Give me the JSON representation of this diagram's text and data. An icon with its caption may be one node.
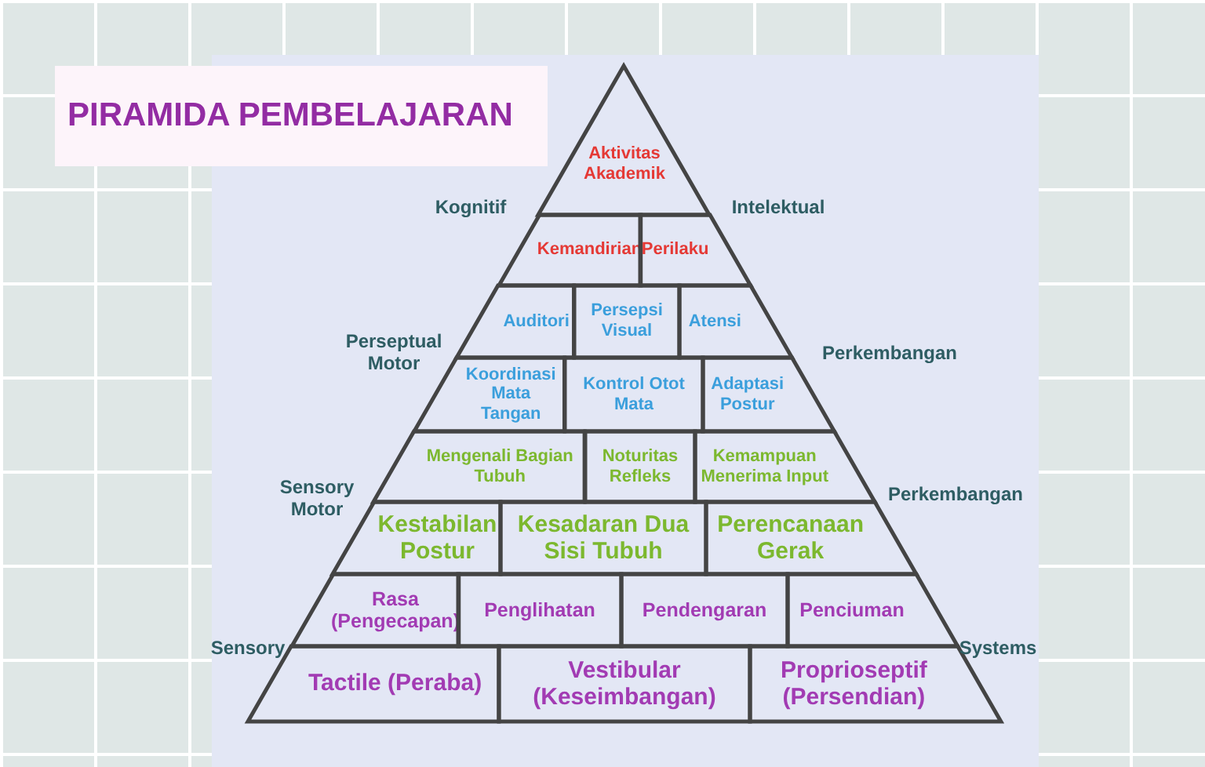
{
  "diagram": {
    "title": "PIRAMIDA PEMBELAJARAN",
    "nodes": [
      {
        "text": [
          "Aktivitas Akademik"
        ]
      },
      {
        "text": [
          "Kemandirian"
        ]
      },
      {
        "text": [
          "Perilaku"
        ]
      },
      {
        "text": [
          "Auditori"
        ]
      },
      {
        "text": [
          "Persepsi Visual"
        ]
      },
      {
        "text": [
          "Atensi"
        ]
      },
      {
        "text": [
          "Koordinasi Mata Tangan"
        ]
      },
      {
        "text": [
          "Kontrol Otot Mata"
        ]
      },
      {
        "text": [
          "Adaptasi Postur"
        ]
      },
      {
        "text": [
          "Mengenali Bagian Tubuh"
        ]
      },
      {
        "text": [
          "Noturitas Refleks"
        ]
      },
      {
        "text": [
          "Kemampuan Menerima Input"
        ]
      },
      {
        "text": [
          "Kestabilan Postur"
        ]
      },
      {
        "text": [
          "Kesadaran Dua Sisi Tubuh"
        ]
      },
      {
        "text": [
          "Perencanaan Gerak"
        ]
      },
      {
        "text": [
          "Rasa (Pengecapan)"
        ]
      },
      {
        "text": [
          "Penglihatan"
        ]
      },
      {
        "text": [
          "Pendengaran"
        ]
      },
      {
        "text": [
          "Penciuman"
        ]
      },
      {
        "text": [
          "Tactile (Peraba)"
        ]
      },
      {
        "text": [
          "Vestibular (Keseimbangan)"
        ]
      },
      {
        "text": [
          "Proprioseptif (Persendian)"
        ]
      }
    ],
    "edges": [],
    "labels": [
      "Kognitif",
      "Intelektual",
      "Perseptual Motor",
      "Perkembangan",
      "Sensory Motor",
      "Perkembangan",
      "Sensory",
      "Systems"
    ]
  }
}
